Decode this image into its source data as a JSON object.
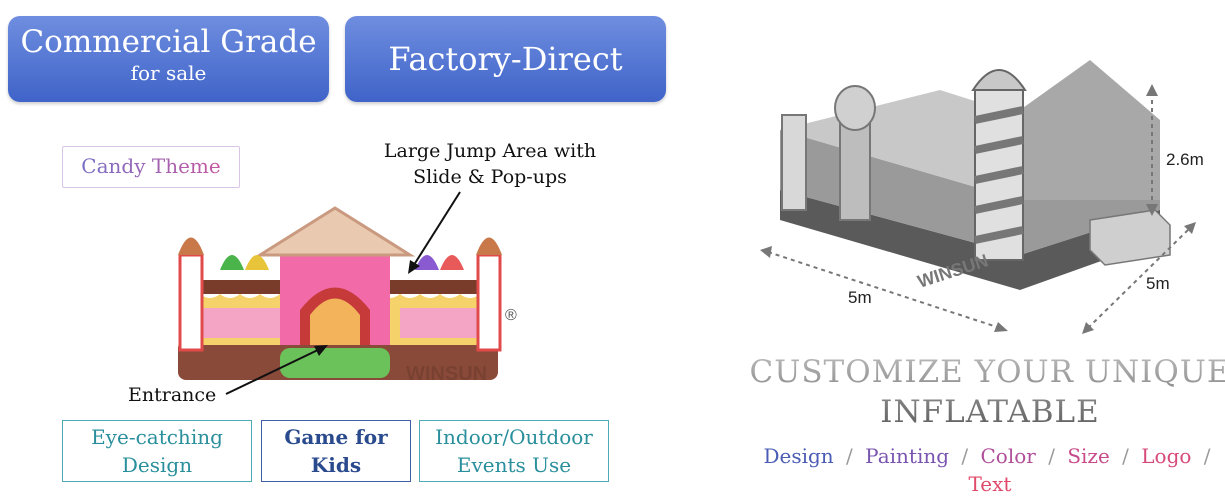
{
  "header": {
    "commercial_line1": "Commercial Grade",
    "commercial_line2": "for sale",
    "factory": "Factory-Direct"
  },
  "left": {
    "theme_tag": "Candy Theme",
    "callout_jump_line1": "Large Jump Area with",
    "callout_jump_line2": "Slide & Pop-ups",
    "callout_entrance": "Entrance",
    "logo_mark": "WINSUN",
    "registered": "®"
  },
  "features": [
    {
      "line1": "Eye-catching",
      "line2": "Design"
    },
    {
      "line1": "Game for",
      "line2": "Kids"
    },
    {
      "line1": "Indoor/Outdoor",
      "line2": "Events Use"
    }
  ],
  "right": {
    "dim_height": "2.6m",
    "dim_width": "5m",
    "dim_depth": "5m",
    "headline_line1": "CUSTOMIZE YOUR UNIQUE",
    "headline_line2": "INFLATABLE",
    "options": [
      "Design",
      "Painting",
      "Color",
      "Size",
      "Logo",
      "Text"
    ],
    "separator": "/"
  },
  "colors": {
    "header_blue": "#4a6cd0",
    "option_colors": [
      "#4a5cb5",
      "#7a55b0",
      "#b04f9a",
      "#c84a8a",
      "#d64a7a",
      "#e04a6a"
    ]
  }
}
